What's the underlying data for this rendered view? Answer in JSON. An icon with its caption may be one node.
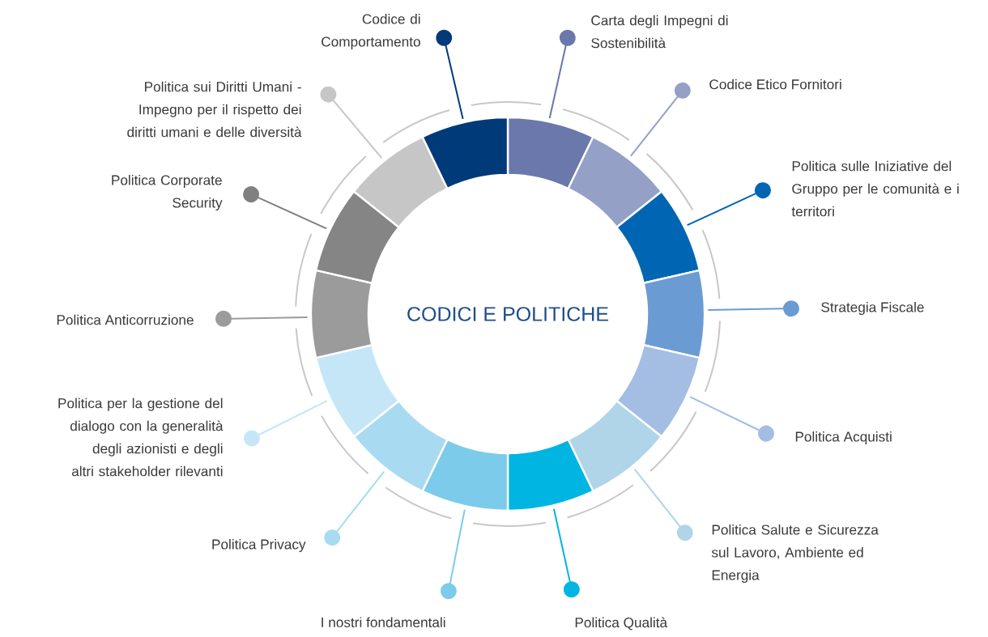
{
  "diagram": {
    "nodes": [
      {
        "text": [
          "CODICI E POLITICHE"
        ]
      },
      {
        "text": [
          "Carta degli Impegni di Sostenibilità"
        ]
      },
      {
        "text": [
          "Codice Etico Fornitori"
        ]
      },
      {
        "text": [
          "Politica sulle Iniziative del Gruppo per le comunità e i territori"
        ]
      },
      {
        "text": [
          "Strategia Fiscale"
        ]
      },
      {
        "text": [
          "Politica Acquisti"
        ]
      },
      {
        "text": [
          "Politica Salute e Sicurezza sul Lavoro, Ambiente ed Energia"
        ]
      },
      {
        "text": [
          "Politica Qualità"
        ]
      },
      {
        "text": [
          "I nostri fondamentali"
        ]
      },
      {
        "text": [
          "Politica Privacy"
        ]
      },
      {
        "text": [
          "Politica per la gestione del dialogo con la generalità degli azionisti e degli altri stakeholder rilevanti"
        ]
      },
      {
        "text": [
          "Politica Anticorruzione"
        ]
      },
      {
        "text": [
          "Politica Corporate Security"
        ]
      },
      {
        "text": [
          "Politica sui Diritti Umani - Impegno per il rispetto dei diritti umani e delle diversità"
        ]
      },
      {
        "text": [
          "Codice di Comportamento"
        ]
      },
      {
        "text": [],
        "shape": "segment"
      },
      {
        "text": [],
        "shape": "segment"
      },
      {
        "text": [],
        "shape": "segment"
      },
      {
        "text": [],
        "shape": "segment"
      },
      {
        "text": [],
        "shape": "segment"
      },
      {
        "text": [],
        "shape": "segment"
      },
      {
        "text": [],
        "shape": "segment"
      },
      {
        "text": [],
        "shape": "segment"
      },
      {
        "text": [],
        "shape": "segment"
      },
      {
        "text": [],
        "shape": "segment"
      },
      {
        "text": [],
        "shape": "segment"
      },
      {
        "text": [],
        "shape": "segment"
      },
      {
        "text": [],
        "shape": "segment"
      },
      {
        "text": [],
        "shape": "segment"
      }
    ],
    "edges": [
      {
        "from": 1,
        "to": 15,
        "arrow": "other",
        "color": "#6a78ab"
      },
      {
        "from": 2,
        "to": 16,
        "arrow": "other",
        "color": "#95a0c6"
      },
      {
        "from": 3,
        "to": 17,
        "arrow": "other",
        "color": "#0066b3"
      },
      {
        "from": 4,
        "to": 18,
        "arrow": "other",
        "color": "#6b9bd3"
      },
      {
        "from": 5,
        "to": 19,
        "arrow": "other",
        "color": "#a3bde3"
      },
      {
        "from": 6,
        "to": 20,
        "arrow": "other",
        "color": "#b0d5e9"
      },
      {
        "from": 7,
        "to": 21,
        "arrow": "other",
        "color": "#00b5e2"
      },
      {
        "from": 8,
        "to": 22,
        "arrow": "other",
        "color": "#7ccbea"
      },
      {
        "from": 9,
        "to": 23,
        "arrow": "other",
        "color": "#a8dbf1"
      },
      {
        "from": 10,
        "to": 24,
        "arrow": "other",
        "color": "#c5e6f7"
      },
      {
        "from": 11,
        "to": 25,
        "arrow": "other",
        "color": "#9b9b9b"
      },
      {
        "from": 12,
        "to": 26,
        "arrow": "other",
        "color": "#808080"
      },
      {
        "from": 13,
        "to": 27,
        "arrow": "other",
        "color": "#c6c6c6"
      },
      {
        "from": 14,
        "to": 28,
        "arrow": "other",
        "color": "#003a78"
      }
    ]
  }
}
